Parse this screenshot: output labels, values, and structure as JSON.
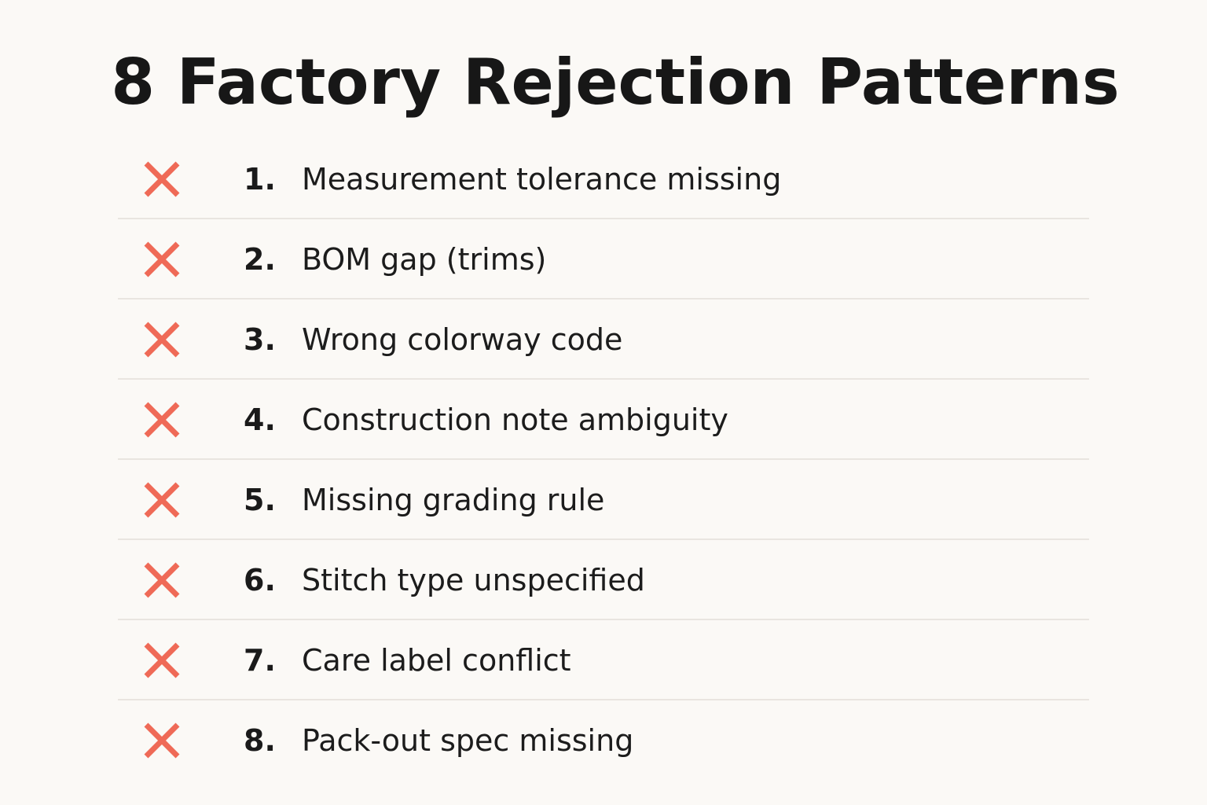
{
  "title": "8 Factory Rejection Patterns",
  "colors": {
    "background": "#fbf9f6",
    "accent": "#ef6a57",
    "text": "#1a1a1a",
    "divider": "#e9e5e0"
  },
  "items": [
    {
      "icon": "x-mark-icon",
      "number": "1.",
      "label": "Measurement tolerance missing"
    },
    {
      "icon": "x-mark-icon",
      "number": "2.",
      "label": "BOM gap (trims)"
    },
    {
      "icon": "x-mark-icon",
      "number": "3.",
      "label": "Wrong colorway code"
    },
    {
      "icon": "x-mark-icon",
      "number": "4.",
      "label": "Construction note ambiguity"
    },
    {
      "icon": "x-mark-icon",
      "number": "5.",
      "label": "Missing grading rule"
    },
    {
      "icon": "x-mark-icon",
      "number": "6.",
      "label": "Stitch type unspecified"
    },
    {
      "icon": "x-mark-icon",
      "number": "7.",
      "label": "Care label conflict"
    },
    {
      "icon": "x-mark-icon",
      "number": "8.",
      "label": "Pack-out spec missing"
    }
  ]
}
